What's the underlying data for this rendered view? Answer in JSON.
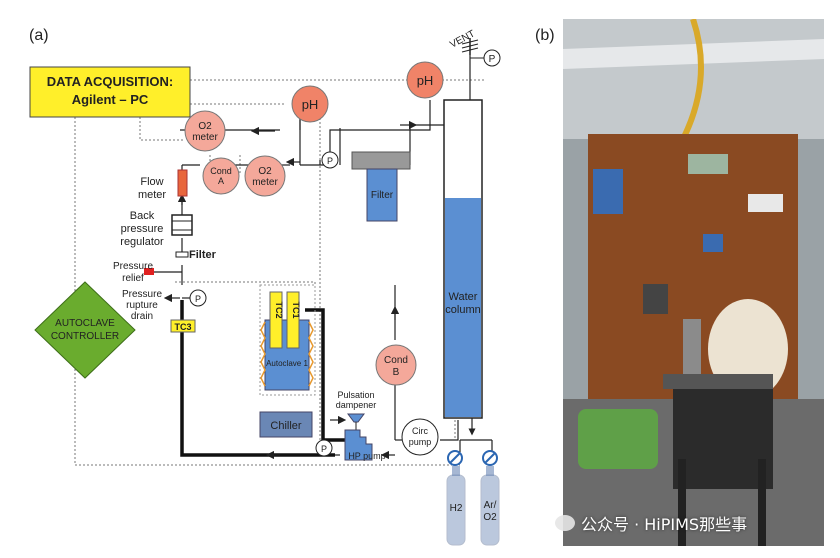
{
  "panels": {
    "a": "(a)",
    "b": "(b)"
  },
  "diagram": {
    "data_acq": {
      "line1": "DATA ACQUISITION:",
      "line2": "Agilent – PC"
    },
    "vent": "VENT",
    "p": "P",
    "ph": "pH",
    "o2_meter": {
      "line1": "O2",
      "line2": "meter"
    },
    "cond_a": {
      "line1": "Cond",
      "line2": "A"
    },
    "cond_b": {
      "line1": "Cond",
      "line2": "B"
    },
    "flow_meter": {
      "line1": "Flow",
      "line2": "meter"
    },
    "back_pressure": {
      "line1": "Back",
      "line2": "pressure",
      "line3": "regulator"
    },
    "filter_label": "Filter",
    "filter_box": "Filter",
    "pressure_relief": {
      "line1": "Pressure",
      "line2": "relief"
    },
    "pressure_rupture": {
      "line1": "Pressure",
      "line2": "rupture",
      "line3": "drain"
    },
    "controller": {
      "line1": "AUTOCLAVE",
      "line2": "CONTROLLER"
    },
    "tc3": "TC3",
    "tc1": "TC1",
    "tc2": "TC2",
    "autoclave": "Autoclave 1",
    "chiller": "Chiller",
    "pulsation": {
      "line1": "Pulsation",
      "line2": "dampener"
    },
    "hp_pump": "HP pump",
    "circ_pump": {
      "line1": "Circ",
      "line2": "pump"
    },
    "water_column": {
      "line1": "Water",
      "line2": "column"
    },
    "h2": "H2",
    "ar_o2": {
      "line1": "Ar/",
      "line2": "O2"
    }
  },
  "watermark": "公众号 · HiPIMS那些事",
  "colors": {
    "yellow": "#ffef2a",
    "salmon": "#f4a89a",
    "ph_orange": "#f08368",
    "blue": "#5b8fd2",
    "green": "#6aac2e",
    "steel": "#6a87b5"
  }
}
